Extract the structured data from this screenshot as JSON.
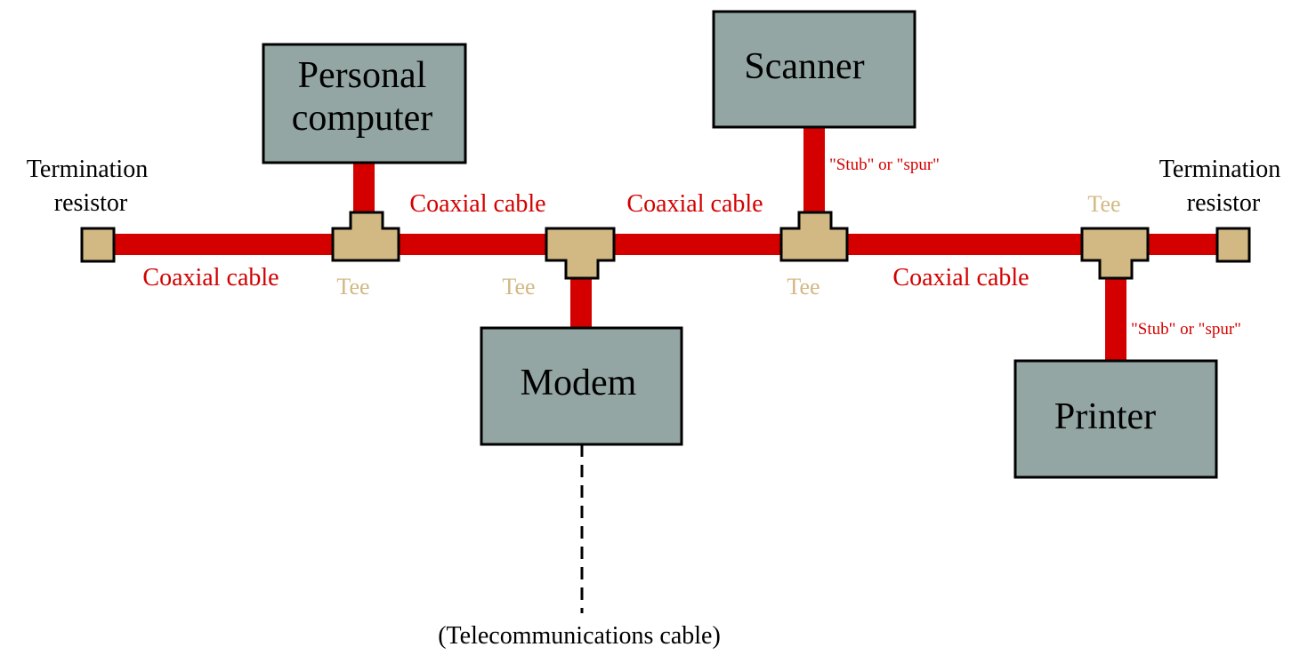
{
  "devices": {
    "pc_line1": "Personal",
    "pc_line2": "computer",
    "scanner": "Scanner",
    "modem": "Modem",
    "printer": "Printer"
  },
  "labels": {
    "coax": "Coaxial cable",
    "tee": "Tee",
    "stub": "\"Stub\" or \"spur\"",
    "term_line1": "Termination",
    "term_line2": "resistor",
    "telecom": "(Telecommunications cable)"
  },
  "colors": {
    "cable": "#d40000",
    "tee": "#d2b883",
    "device": "#93a6a4"
  }
}
